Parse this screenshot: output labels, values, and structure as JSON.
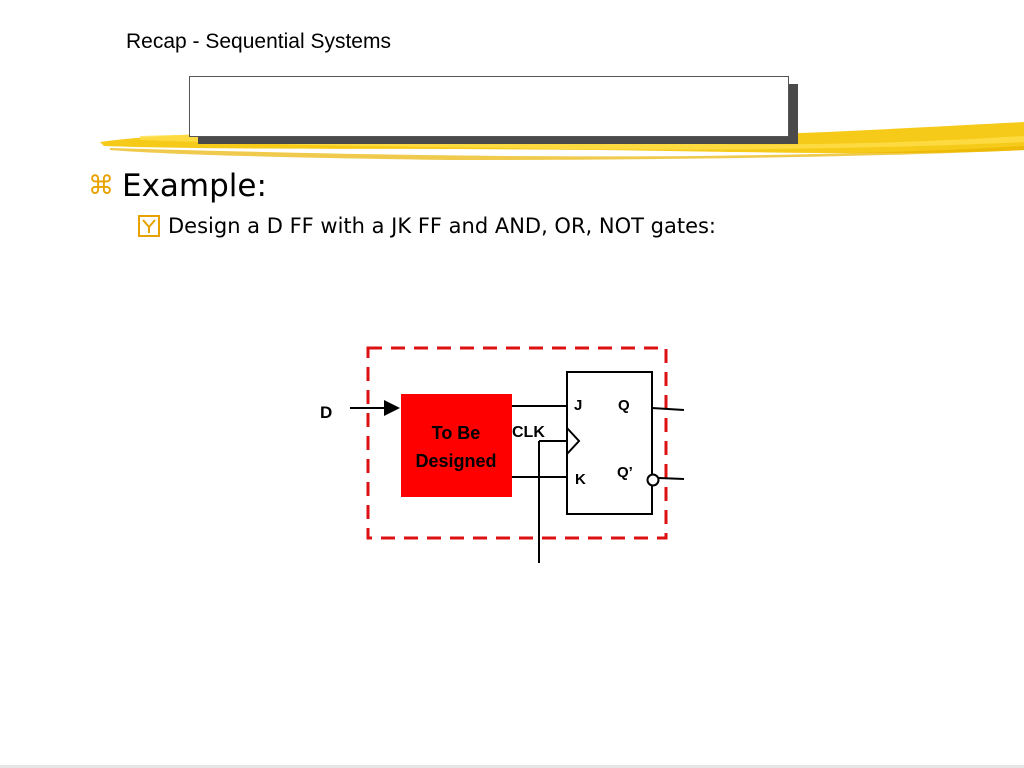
{
  "slide": {
    "title": "Recap - Sequential Systems",
    "accent_color": "#f5c400"
  },
  "bullets": {
    "level1": {
      "icon": "command-key-icon",
      "text": "Example:"
    },
    "level2": {
      "icon": "checkbox-y-icon",
      "text": "Design a D FF with a JK FF and AND, OR, NOT gates:"
    }
  },
  "diagram": {
    "input_label": "D",
    "block": {
      "line1": "To Be",
      "line2": "Designed",
      "fill": "#ff0000"
    },
    "clk_label": "CLK",
    "flipflop": {
      "j": "J",
      "k": "K",
      "q": "Q",
      "qbar": "Q’"
    },
    "boundary_color": "#dd1111"
  }
}
